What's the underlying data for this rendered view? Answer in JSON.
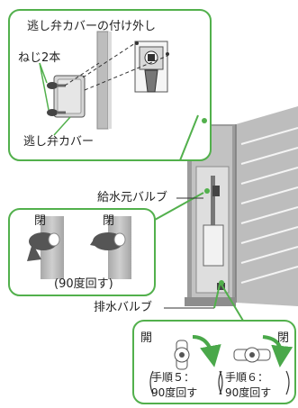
{
  "labels": {
    "cover_removal_title": "逃し弁カバーの付け外し",
    "screws": "ねじ2本",
    "relief_valve_cover": "逃し弁カバー",
    "supply_valve": "給水元バルブ",
    "closed": "閉",
    "rotate_90": "(90度回す)",
    "drain_valve": "排水バルブ",
    "open": "開",
    "step5_line1": "手順５：",
    "step5_line2": "90度回す",
    "step6_line1": "手順６：",
    "step6_line2": "90度回す"
  },
  "colors": {
    "callout_green": "#52b04c",
    "arrow_green": "#4aa84a",
    "unit_gray": "#a9a9a9",
    "pipe_gray": "#b5b5b5",
    "handle_dark": "#555555"
  }
}
